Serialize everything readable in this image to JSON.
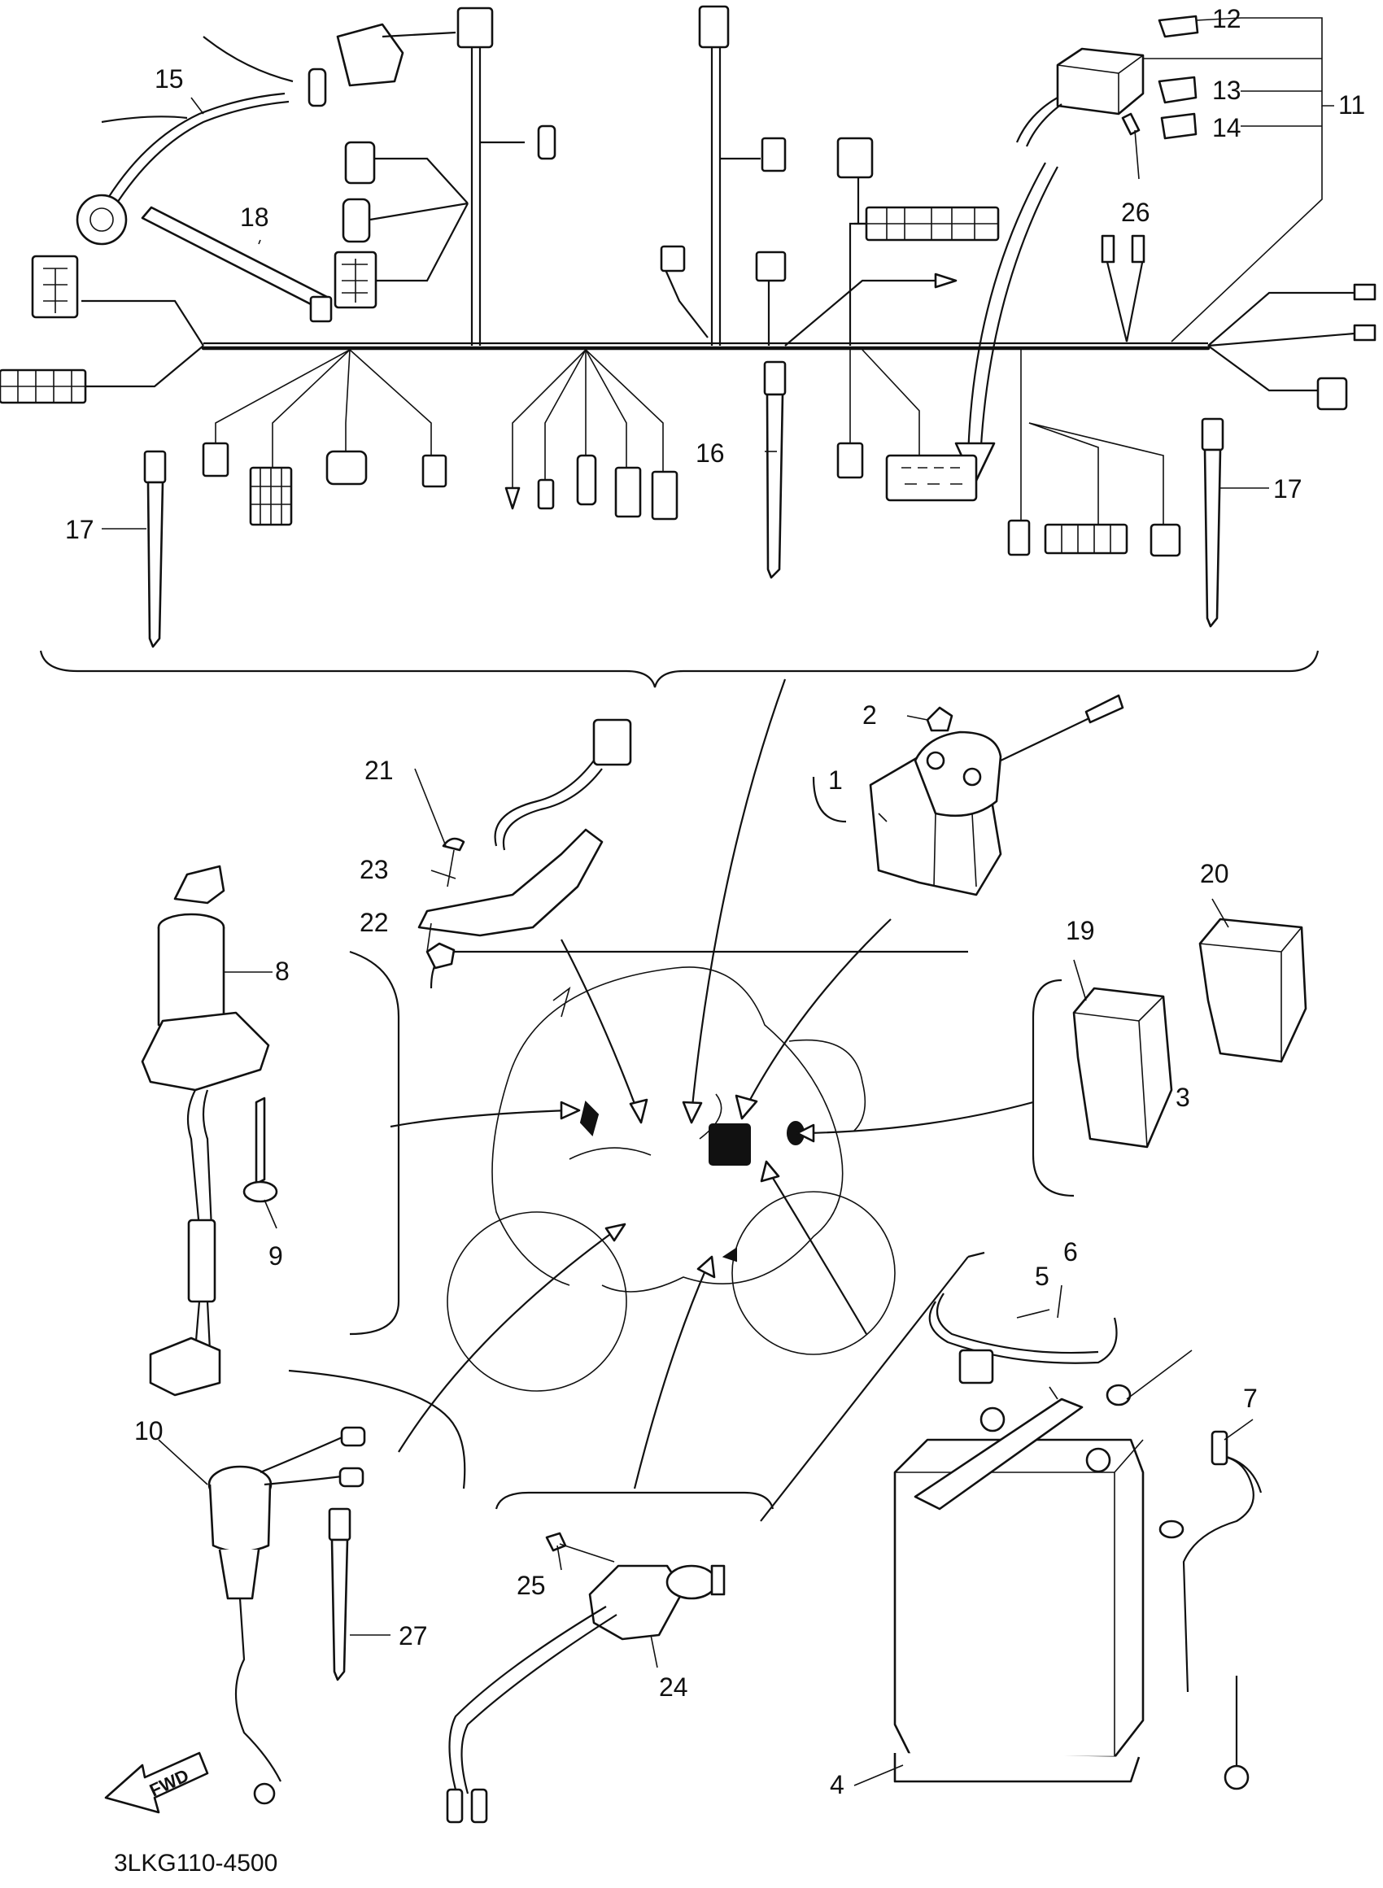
{
  "figure_code": "3LKG110-4500",
  "fwd_label": "FWD",
  "callouts": [
    {
      "id": "c1",
      "text": "1"
    },
    {
      "id": "c2",
      "text": "2"
    },
    {
      "id": "c3",
      "text": "3"
    },
    {
      "id": "c4",
      "text": "4"
    },
    {
      "id": "c5",
      "text": "5"
    },
    {
      "id": "c6",
      "text": "6"
    },
    {
      "id": "c7",
      "text": "7"
    },
    {
      "id": "c8",
      "text": "8"
    },
    {
      "id": "c9",
      "text": "9"
    },
    {
      "id": "c10",
      "text": "10"
    },
    {
      "id": "c11",
      "text": "11"
    },
    {
      "id": "c12",
      "text": "12"
    },
    {
      "id": "c13",
      "text": "13"
    },
    {
      "id": "c14",
      "text": "14"
    },
    {
      "id": "c15",
      "text": "15"
    },
    {
      "id": "c16",
      "text": "16"
    },
    {
      "id": "c17a",
      "text": "17"
    },
    {
      "id": "c17b",
      "text": "17"
    },
    {
      "id": "c18",
      "text": "18"
    },
    {
      "id": "c19",
      "text": "19"
    },
    {
      "id": "c20",
      "text": "20"
    },
    {
      "id": "c21",
      "text": "21"
    },
    {
      "id": "c22",
      "text": "22"
    },
    {
      "id": "c23",
      "text": "23"
    },
    {
      "id": "c24",
      "text": "24"
    },
    {
      "id": "c25",
      "text": "25"
    },
    {
      "id": "c26",
      "text": "26"
    },
    {
      "id": "c27",
      "text": "27"
    }
  ]
}
